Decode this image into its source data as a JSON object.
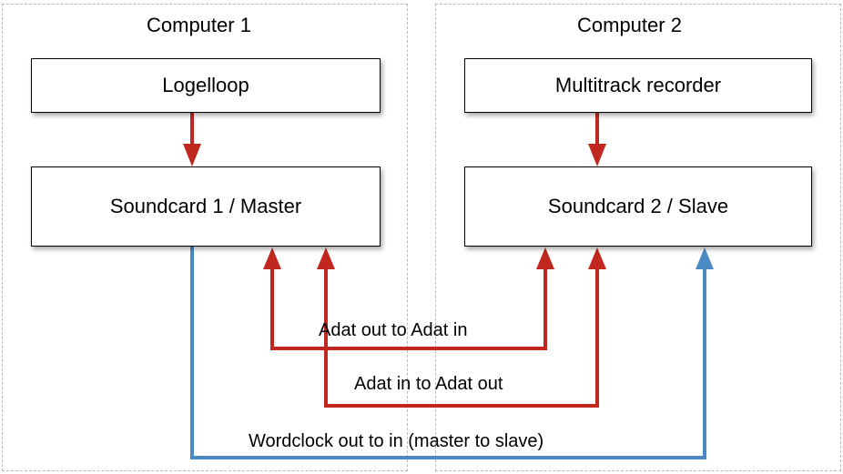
{
  "groups": [
    {
      "title": "Computer 1"
    },
    {
      "title": "Computer 2"
    }
  ],
  "boxes": {
    "logelloop": "Logelloop",
    "soundcard1": "Soundcard 1 / Master",
    "multitrack": "Multitrack recorder",
    "soundcard2": "Soundcard 2 / Slave"
  },
  "connections": [
    {
      "label": "Adat out to Adat in",
      "color": "#c0281f"
    },
    {
      "label": "Adat in to Adat out",
      "color": "#c0281f"
    },
    {
      "label": "Wordclock out to in (master to slave)",
      "color": "#4a8ac4"
    }
  ],
  "colors": {
    "red": "#c0281f",
    "blue": "#4a8ac4",
    "group_border": "#b9b9b9"
  }
}
